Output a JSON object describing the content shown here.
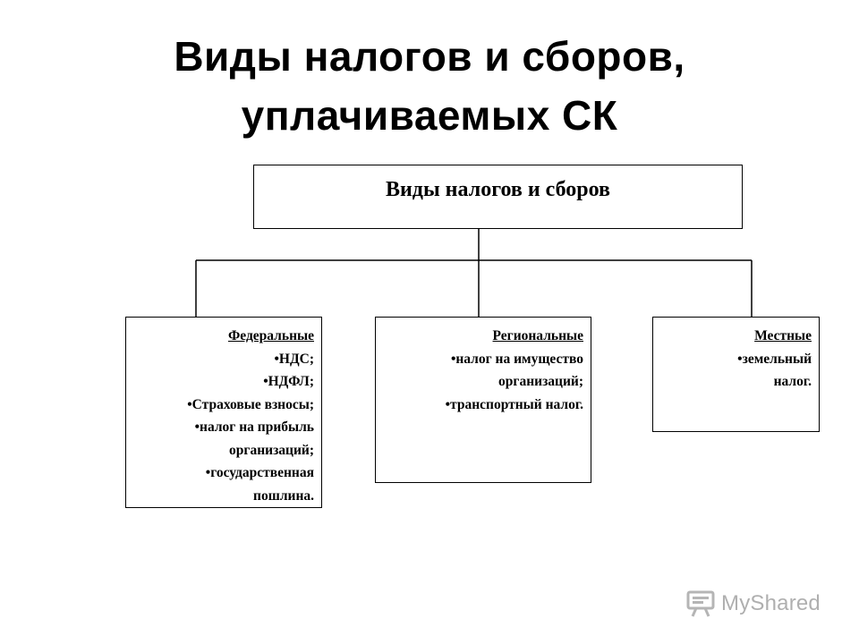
{
  "title": {
    "line1": "Виды налогов и сборов,",
    "line2": "уплачиваемых СК"
  },
  "diagram": {
    "root": {
      "label": "Виды налогов и сборов"
    },
    "children": [
      {
        "heading": "Федеральные",
        "items": [
          "•НДС;",
          "•НДФЛ;",
          "•Страховые взносы;",
          "•налог на прибыль",
          "организаций;",
          "•государственная",
          "пошлина."
        ]
      },
      {
        "heading": "Региональные",
        "items": [
          "•налог на имущество",
          "организаций;",
          "•транспортный налог."
        ]
      },
      {
        "heading": "Местные",
        "items": [
          "•земельный",
          "налог."
        ]
      }
    ]
  },
  "watermark": {
    "text": "MyShared",
    "icon": "presentation-board-icon"
  }
}
